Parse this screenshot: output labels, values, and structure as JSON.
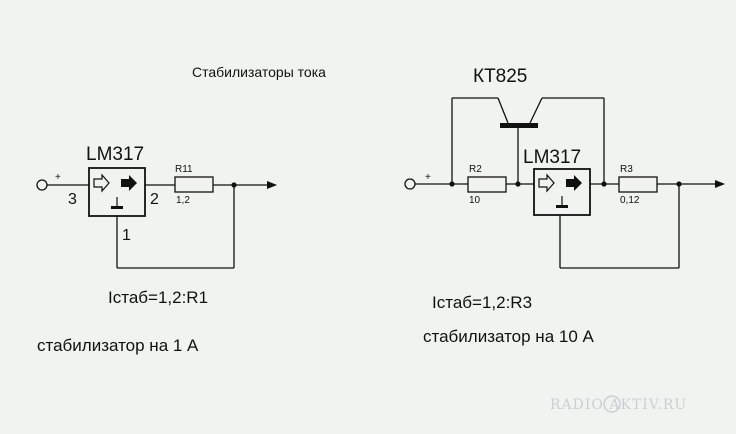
{
  "title": "Стабилизаторы тока",
  "left": {
    "chip": "LM317",
    "pin_in": "3",
    "pin_out": "2",
    "pin_adj": "1",
    "plus": "+",
    "resistor_name": "R11",
    "resistor_value": "1,2",
    "formula": "Iстаб=1,2:R1",
    "caption": "стабилизатор на 1 А"
  },
  "right": {
    "transistor": "КТ825",
    "chip": "LM317",
    "plus": "+",
    "r2_name": "R2",
    "r2_value": "10",
    "r3_name": "R3",
    "r3_value": "0,12",
    "formula": "Iстаб=1,2:R3",
    "caption": "стабилизатор на 10 А"
  },
  "watermark": "RADIO AKTIV.RU"
}
